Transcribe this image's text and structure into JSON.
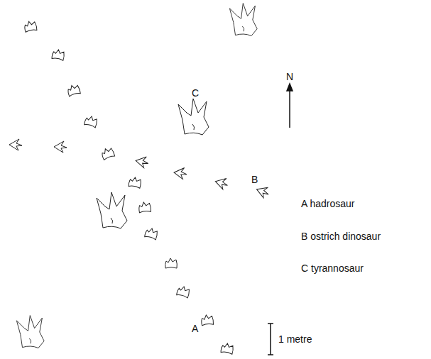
{
  "diagram": {
    "labels": [
      "C",
      "N",
      "B",
      "A hadrosaur",
      "B ostrich dinosaur",
      "C tyrannosaur",
      "1 metre",
      "A"
    ]
  }
}
